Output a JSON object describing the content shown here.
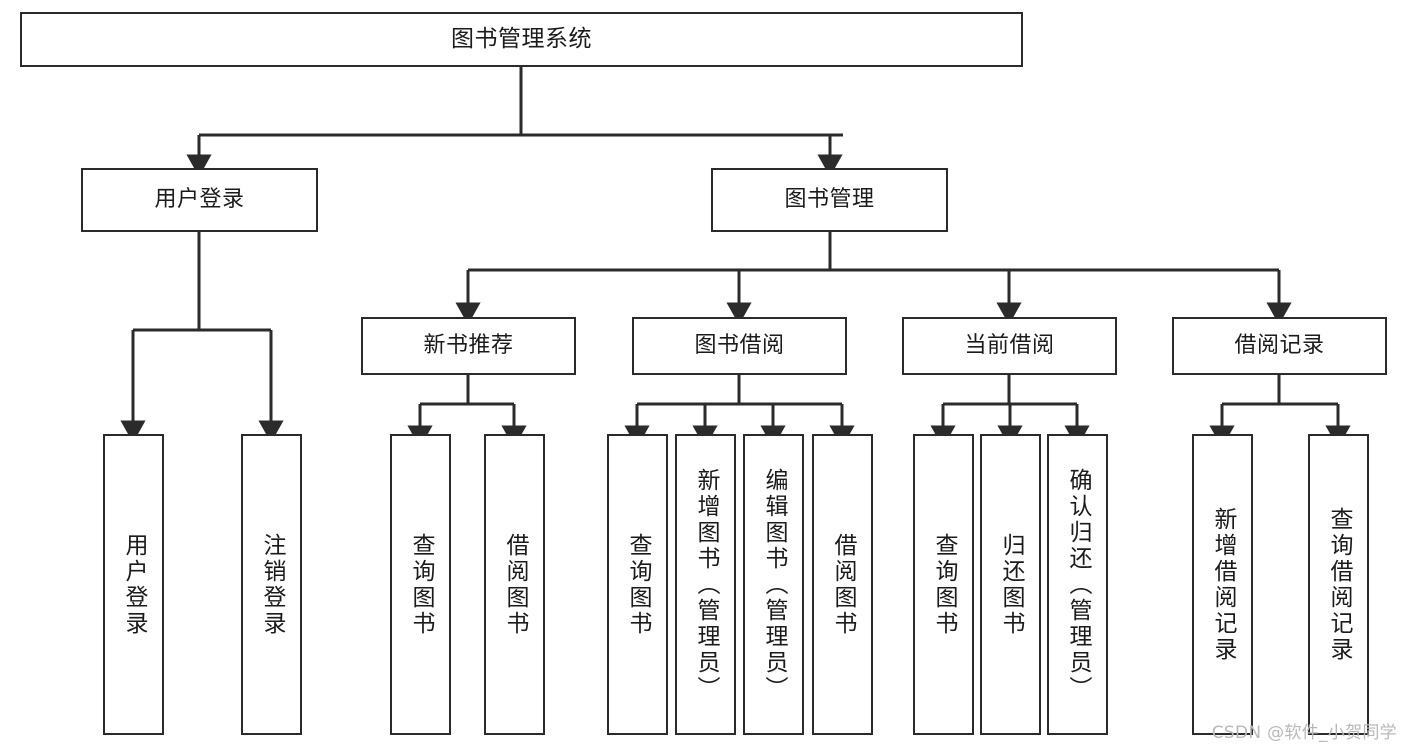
{
  "diagram": {
    "title": "图书管理系统",
    "type": "tree",
    "orientation": "top-down",
    "colors": {
      "box_border": "#2b2b2b",
      "box_fill": "#ffffff",
      "edge": "#2b2b2b",
      "text": "#1b1b1b",
      "watermark": "#b9b9b9",
      "background": "#ffffff"
    },
    "nodes": {
      "root": {
        "label": "图书管理系统"
      },
      "level2": [
        {
          "id": "user-login",
          "label": "用户登录"
        },
        {
          "id": "book-management",
          "label": "图书管理"
        }
      ],
      "level3": [
        {
          "id": "new-book-recommend",
          "label": "新书推荐"
        },
        {
          "id": "book-borrow",
          "label": "图书借阅"
        },
        {
          "id": "current-borrow",
          "label": "当前借阅"
        },
        {
          "id": "borrow-record",
          "label": "借阅记录"
        }
      ],
      "leaves": {
        "user_login": [
          {
            "id": "leaf-user-login",
            "label": "用户登录"
          },
          {
            "id": "leaf-user-logout",
            "label": "注销登录"
          }
        ],
        "new_book_recommend": [
          {
            "id": "leaf-query-book-1",
            "label": "查询图书"
          },
          {
            "id": "leaf-borrow-book-1",
            "label": "借阅图书"
          }
        ],
        "book_borrow": [
          {
            "id": "leaf-query-book-2",
            "label": "查询图书"
          },
          {
            "id": "leaf-add-book",
            "label": "新增图书（管理员）"
          },
          {
            "id": "leaf-edit-book",
            "label": "编辑图书（管理员）"
          },
          {
            "id": "leaf-borrow-book-2",
            "label": "借阅图书"
          }
        ],
        "current_borrow": [
          {
            "id": "leaf-query-book-3",
            "label": "查询图书"
          },
          {
            "id": "leaf-return-book",
            "label": "归还图书"
          },
          {
            "id": "leaf-confirm-return",
            "label": "确认归还（管理员）"
          }
        ],
        "borrow_record": [
          {
            "id": "leaf-add-record",
            "label": "新增借阅记录"
          },
          {
            "id": "leaf-query-record",
            "label": "查询借阅记录"
          }
        ]
      }
    }
  },
  "watermark": {
    "text": "CSDN @软件_小贺同学"
  }
}
